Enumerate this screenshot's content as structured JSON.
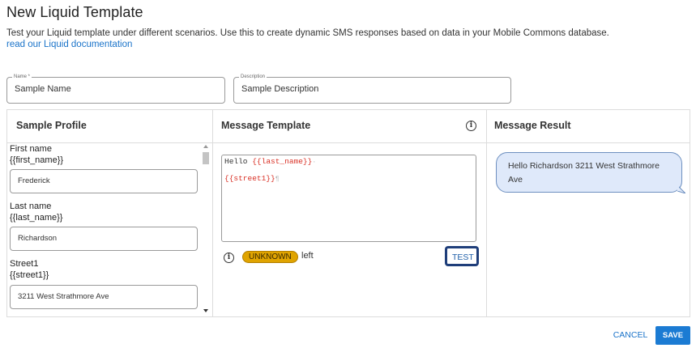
{
  "header": {
    "title": "New Liquid Template",
    "description": "Test your Liquid template under different scenarios. Use this to create dynamic SMS responses based on data in your Mobile Commons database.",
    "doc_link": "read our Liquid documentation"
  },
  "form": {
    "name": {
      "legend": "Name *",
      "value": "Sample Name"
    },
    "description": {
      "legend": "Description",
      "value": "Sample Description"
    }
  },
  "columns": {
    "profile": {
      "title": "Sample Profile"
    },
    "template": {
      "title": "Message Template"
    },
    "result": {
      "title": "Message Result"
    }
  },
  "profile_fields": [
    {
      "label": "First name",
      "tag": "{{first_name}}",
      "value": "Frederick"
    },
    {
      "label": "Last name",
      "tag": "{{last_name}}",
      "value": "Richardson"
    },
    {
      "label": "Street1",
      "tag": "{{street1}}",
      "value": "3211 West Strathmore Ave"
    }
  ],
  "template": {
    "line1_text": "Hello ",
    "line1_var": "{{last_name}}",
    "line1_mark": "·",
    "line2_var": "{{street1}}",
    "line2_mark": "¶"
  },
  "status": {
    "badge": "UNKNOWN",
    "suffix": "left",
    "test_label": "TEST"
  },
  "result": {
    "message": "Hello Richardson 3211 West Strathmore Ave"
  },
  "footer": {
    "cancel_label": "CANCEL",
    "save_label": "SAVE"
  },
  "icons": {
    "info": "info-icon",
    "scroll_up": "arrow-up-icon",
    "scroll_down": "arrow-down-icon"
  },
  "colors": {
    "accent": "#1b7bd3",
    "link": "#1a73c9",
    "badge": "#e0a400",
    "bubble": "#dfe9fa",
    "liquid_var": "#d93025"
  }
}
